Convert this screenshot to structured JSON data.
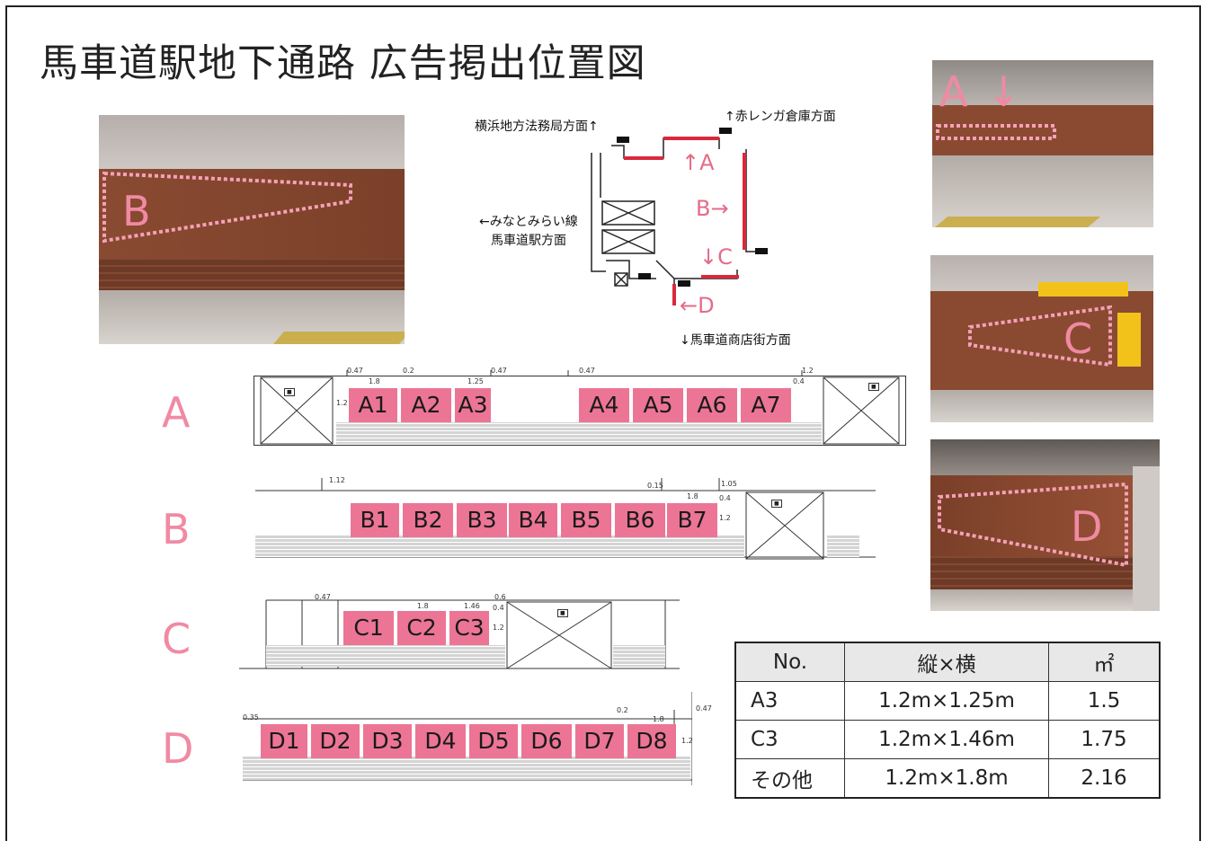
{
  "title": "馬車道駅地下通路 広告掲出位置図",
  "map": {
    "label_hamahama": "横浜地方法務局方面↑",
    "label_akarenga": "↑赤レンガ倉庫方面",
    "label_minato_1": "←みなとみらい線",
    "label_minato_2": "馬車道駅方面",
    "label_shotengai": "↓馬車道商店街方面",
    "pos_A": "↑A",
    "pos_B": "B→",
    "pos_C": "↓C",
    "pos_D": "←D"
  },
  "photos": {
    "left": "B",
    "right_top": "A",
    "right_mid": "C",
    "right_bot": "D"
  },
  "rows": [
    {
      "letter": "A",
      "panels": [
        "A1",
        "A2",
        "A3",
        "A4",
        "A5",
        "A6",
        "A7"
      ],
      "dims": [
        "0.47",
        "1.8",
        "0.2",
        "1.25",
        "0.47",
        "0.47",
        "1.2",
        "1.2",
        "0.4"
      ]
    },
    {
      "letter": "B",
      "panels": [
        "B1",
        "B2",
        "B3",
        "B4",
        "B5",
        "B6",
        "B7"
      ],
      "dims": [
        "1.12",
        "0.15",
        "1.05",
        "1.8",
        "0.4",
        "1.2"
      ]
    },
    {
      "letter": "C",
      "panels": [
        "C1",
        "C2",
        "C3"
      ],
      "dims": [
        "0.47",
        "1.8",
        "1.46",
        "0.6",
        "0.4",
        "1.2"
      ]
    },
    {
      "letter": "D",
      "panels": [
        "D1",
        "D2",
        "D3",
        "D4",
        "D5",
        "D6",
        "D7",
        "D8"
      ],
      "dims": [
        "0.35",
        "0.2",
        "1.8",
        "0.47",
        "1.2"
      ]
    }
  ],
  "table": {
    "headers": [
      "No.",
      "縦×横",
      "㎡"
    ],
    "rows": [
      [
        "A3",
        "1.2m×1.25m",
        "1.5"
      ],
      [
        "C3",
        "1.2m×1.46m",
        "1.75"
      ],
      [
        "その他",
        "1.2m×1.8m",
        "2.16"
      ]
    ]
  },
  "colors": {
    "panel_pink": "#ec7595",
    "letter_pink": "#f08aa3",
    "route_red": "#d9293c"
  }
}
